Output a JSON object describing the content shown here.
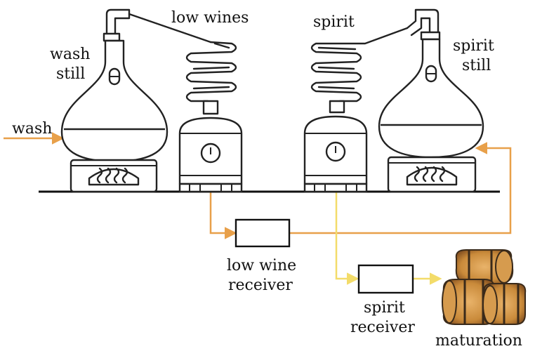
{
  "labels": {
    "wash": "wash",
    "wash_still_1": "wash",
    "wash_still_2": "still",
    "low_wines": "low wines",
    "spirit": "spirit",
    "spirit_still_1": "spirit",
    "spirit_still_2": "still",
    "low_wine_receiver_1": "low wine",
    "low_wine_receiver_2": "receiver",
    "spirit_receiver_1": "spirit",
    "spirit_receiver_2": "receiver",
    "maturation": "maturation"
  },
  "colors": {
    "low_wines_flow": "#E8A04A",
    "spirit_flow": "#F3DC6A",
    "equipment": "#222222",
    "barrel_wood": "#C98A3A",
    "barrel_hoop": "#3A2A1A"
  },
  "icons": {
    "wash_still": "pot-still-icon",
    "spirit_still": "pot-still-icon",
    "wash_condenser": "condenser-icon",
    "spirit_condenser": "condenser-icon",
    "barrels": "barrel-stack-icon"
  }
}
